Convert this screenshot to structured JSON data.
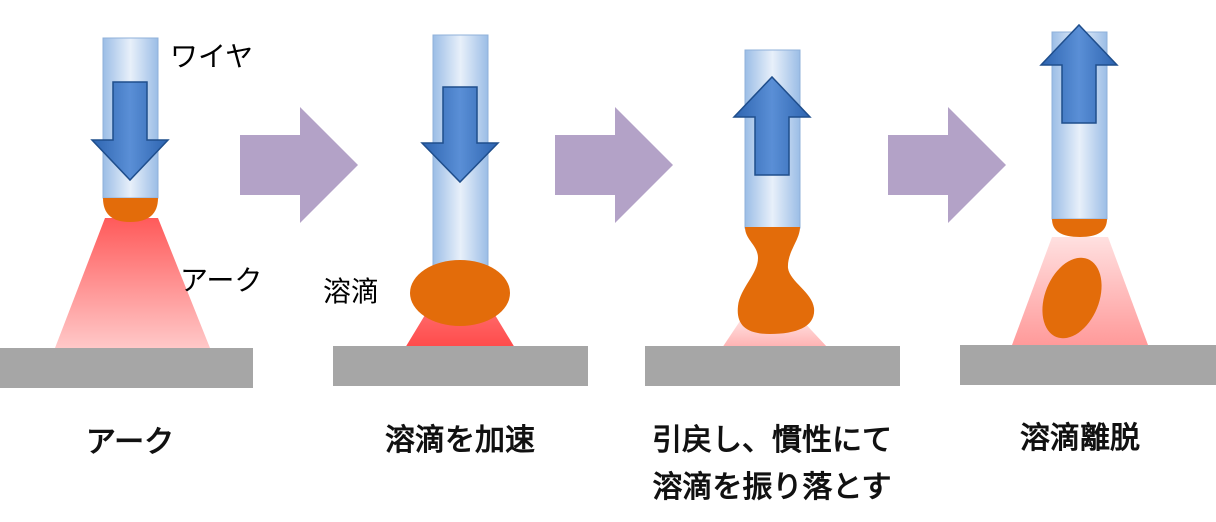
{
  "annotations": {
    "wire": "ワイヤ",
    "arc": "アーク",
    "droplet": "溶滴"
  },
  "captions": {
    "step1": "アーク",
    "step2": "溶滴を加速",
    "step3_line1": "引戻し、慣性にて",
    "step3_line2": "溶滴を振り落とす",
    "step4": "溶滴離脱"
  },
  "colors": {
    "wire": "#9bbde6",
    "arrow": "#3b73bd",
    "droplet": "#e36c0a",
    "arc": "#ff6b6b",
    "base_plate": "#a6a6a6",
    "step_arrow": "#b3a2c7"
  },
  "icons": {
    "wire_feed_down": "arrow-down-icon",
    "wire_retract_up": "arrow-up-icon",
    "process_step": "arrow-right-icon"
  }
}
